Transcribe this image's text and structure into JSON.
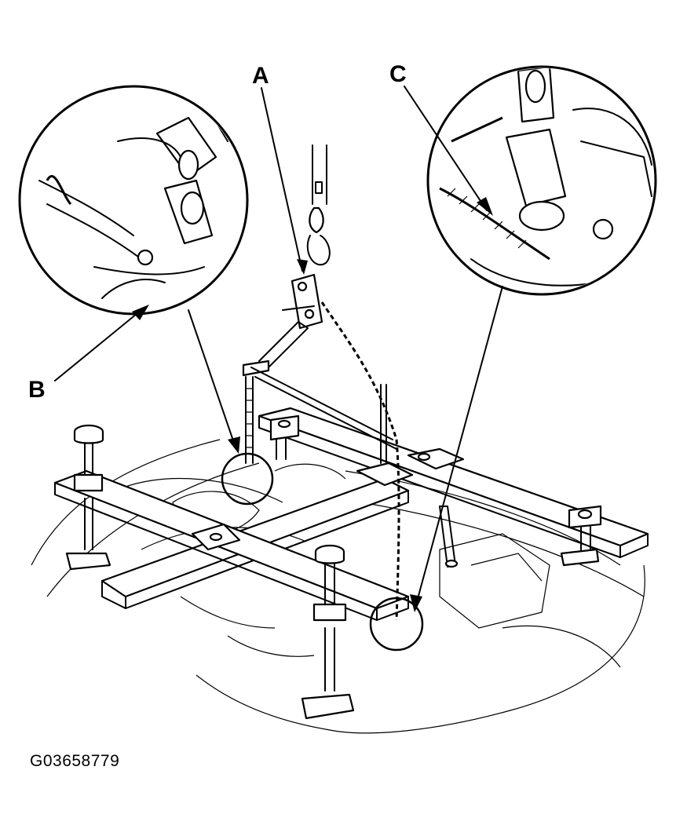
{
  "labels": {
    "a": "A",
    "b": "B",
    "c": "C"
  },
  "figure_id": "G03658779",
  "colors": {
    "ink": "#000000",
    "paper": "#ffffff"
  }
}
